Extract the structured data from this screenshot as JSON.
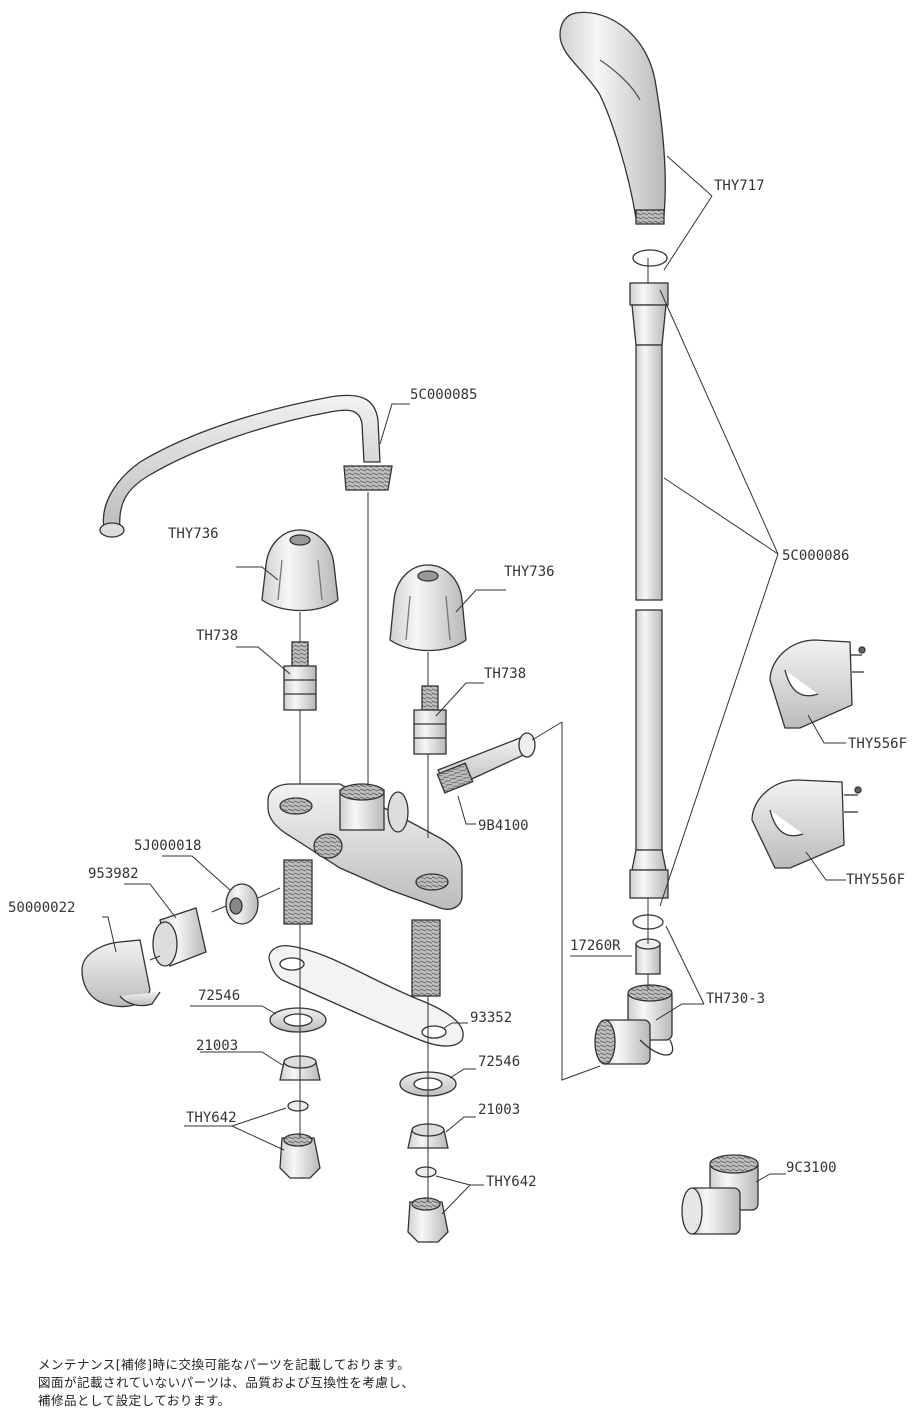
{
  "labels": {
    "thy717": "THY717",
    "c5_85": "5C000085",
    "c5_86": "5C000086",
    "thy736_l": "THY736",
    "thy736_r": "THY736",
    "th738_l": "TH738",
    "th738_r": "TH738",
    "p9b4100": "9B4100",
    "thy556f_a": "THY556F",
    "thy556f_b": "THY556F",
    "p5j": "5J000018",
    "p953982": "953982",
    "p50000022": "50000022",
    "p17260r": "17260R",
    "th730": "TH730-3",
    "p72546_l": "72546",
    "p93352": "93352",
    "p72546_r": "72546",
    "p21003_l": "21003",
    "p21003_r": "21003",
    "thy642_l": "THY642",
    "thy642_r": "THY642",
    "p9c3100": "9C3100"
  },
  "note": {
    "line1": "メンテナンス[補修]時に交換可能なパーツを記載しております。",
    "line2": "図面が記載されていないパーツは、品質および互換性を考慮し、",
    "line3": "補修品として設定しております。"
  }
}
